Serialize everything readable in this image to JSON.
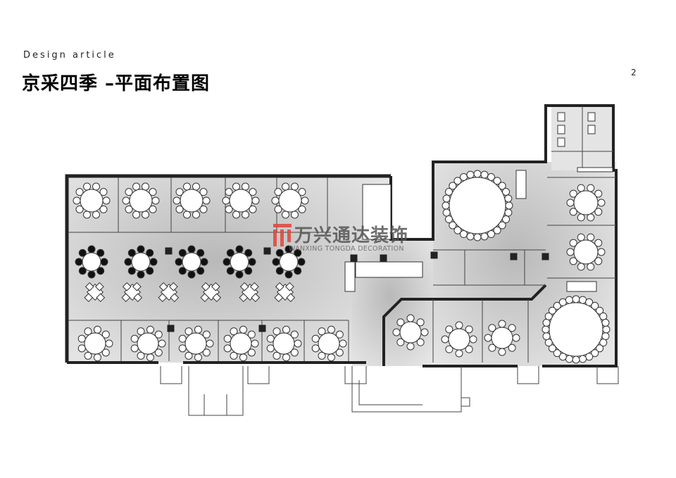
{
  "header": {
    "subtitle": "Design article",
    "title": "京采四季 –平面布置图",
    "page_number": "2"
  },
  "floor_plan": {
    "watermark": {
      "company_cn": "万兴通达装饰",
      "company_en": "WANXING TONGDA DECORATION",
      "color": "#e0443a"
    },
    "colors": {
      "wall": "#222222",
      "floor": "#cfcfcf",
      "furniture": "#ffffff"
    }
  }
}
